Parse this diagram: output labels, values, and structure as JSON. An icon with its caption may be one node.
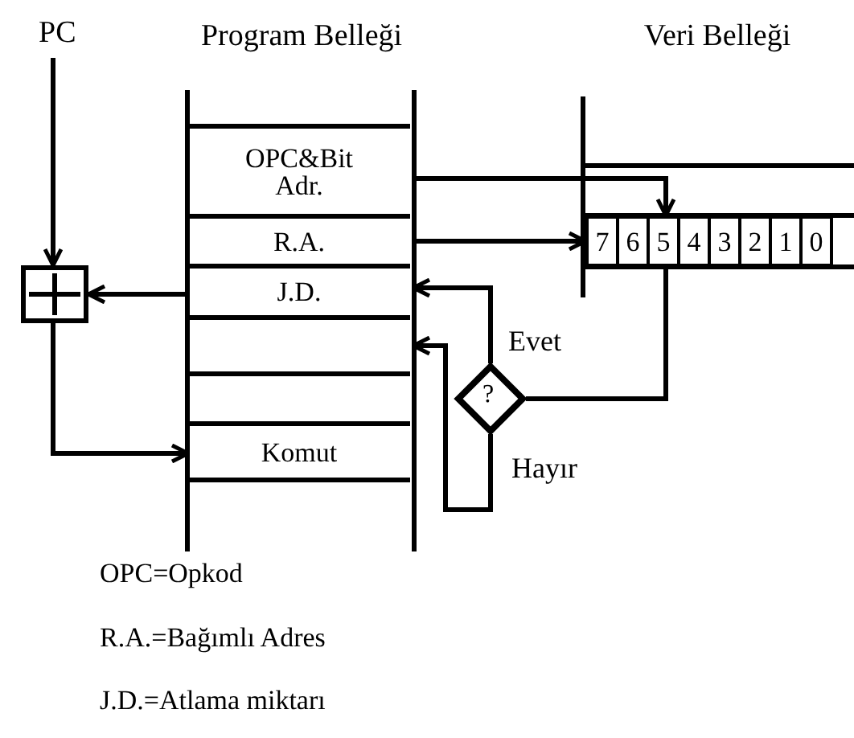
{
  "diagram": {
    "nodes": [
      {
        "text": [
          "PC"
        ]
      },
      {
        "text": [
          "Program Belleği"
        ]
      },
      {
        "text": [
          "OPC&Bit Adr."
        ],
        "in": 1
      },
      {
        "text": [
          "R.A."
        ],
        "in": 1
      },
      {
        "text": [
          "J.D."
        ],
        "in": 1
      },
      {
        "text": [],
        "shape": "box",
        "in": 1
      },
      {
        "text": [],
        "shape": "box",
        "in": 1
      },
      {
        "text": [
          "Komut"
        ],
        "in": 1
      },
      {
        "text": [
          "Veri Belleği"
        ]
      },
      {
        "text": [
          "7"
        ],
        "in": 8
      },
      {
        "text": [
          "6"
        ],
        "in": 8
      },
      {
        "text": [
          "5"
        ],
        "in": 8
      },
      {
        "text": [
          "4"
        ],
        "in": 8
      },
      {
        "text": [
          "3"
        ],
        "in": 8
      },
      {
        "text": [
          "2"
        ],
        "in": 8
      },
      {
        "text": [
          "1"
        ],
        "in": 8
      },
      {
        "text": [
          "0"
        ],
        "in": 8
      },
      {
        "text": [],
        "shape": "box"
      },
      {
        "text": [
          "?"
        ]
      }
    ],
    "edges": [
      {
        "from": 0,
        "to": 17,
        "arrow": "to"
      },
      {
        "from": 4,
        "to": 17,
        "arrow": "to"
      },
      {
        "from": 17,
        "to": 7,
        "arrow": "to"
      },
      {
        "from": 2,
        "to": 11,
        "arrow": "to"
      },
      {
        "from": 3,
        "to": 9,
        "arrow": "to"
      },
      {
        "from": 11,
        "to": 18,
        "arrow": "none"
      },
      {
        "from": 18,
        "to": 4,
        "arrow": "to",
        "label": "Evet"
      },
      {
        "from": 18,
        "to": 5,
        "arrow": "to",
        "label": "Hayır"
      }
    ],
    "labels": [
      "OPC=Opkod",
      "R.A.=Bağımlı Adres",
      "J.D.=Atlama miktarı"
    ]
  }
}
